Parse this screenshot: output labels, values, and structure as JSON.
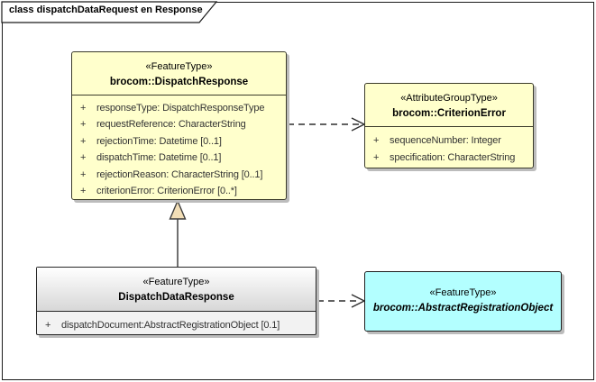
{
  "diagram": {
    "title": "class dispatchDataRequest en Response",
    "type": "uml-class-diagram"
  },
  "colors": {
    "feature_type_fill": "#FFFFCC",
    "abstract_class_fill": "#B3FFFF",
    "plain_class_fill": "#F2F2F2",
    "generalization_triangle_fill": "#F2DEB6",
    "connector": "#2e2e2e"
  },
  "classes": {
    "dispatch_response": {
      "stereotype": "«FeatureType»",
      "name": "brocom::DispatchResponse",
      "attributes": [
        {
          "vis": "+",
          "text": "responseType: DispatchResponseType"
        },
        {
          "vis": "+",
          "text": "requestReference: CharacterString"
        },
        {
          "vis": "+",
          "text": "rejectionTime: Datetime [0..1]"
        },
        {
          "vis": "+",
          "text": "dispatchTime: Datetime [0..1]"
        },
        {
          "vis": "+",
          "text": "rejectionReason: CharacterString [0..1]"
        },
        {
          "vis": "+",
          "text": "criterionError: CriterionError [0..*]"
        }
      ]
    },
    "criterion_error": {
      "stereotype": "«AttributeGroupType»",
      "name": "brocom::CriterionError",
      "attributes": [
        {
          "vis": "+",
          "text": "sequenceNumber: Integer"
        },
        {
          "vis": "+",
          "text": "specification: CharacterString"
        }
      ]
    },
    "dispatch_data_response": {
      "stereotype": "«FeatureType»",
      "name": "DispatchDataResponse",
      "attributes": [
        {
          "vis": "+",
          "text": "dispatchDocument:AbstractRegistrationObject [0.1]"
        }
      ]
    },
    "abstract_registration_object": {
      "stereotype": "«FeatureType»",
      "name": "brocom::AbstractRegistrationObject"
    }
  }
}
